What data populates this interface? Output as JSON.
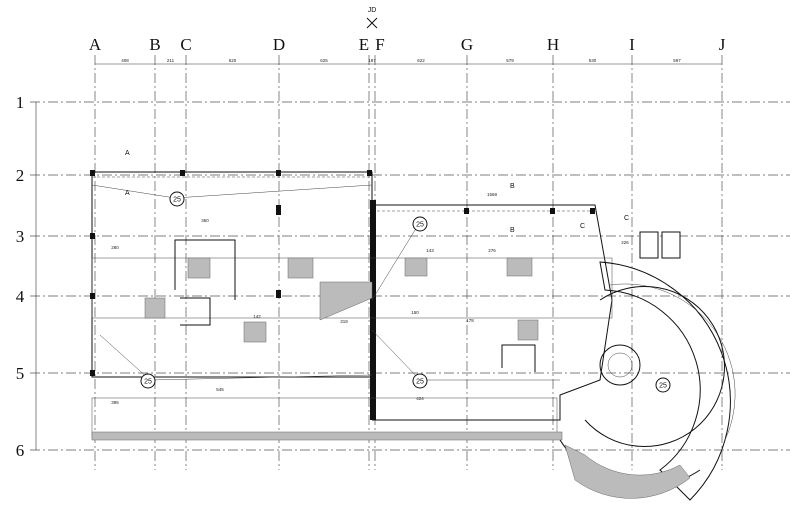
{
  "drawing": {
    "north_marker": "JD",
    "columns": [
      {
        "label": "A"
      },
      {
        "label": "B"
      },
      {
        "label": "C"
      },
      {
        "label": "D"
      },
      {
        "label": "E"
      },
      {
        "label": "F"
      },
      {
        "label": "G"
      },
      {
        "label": "H"
      },
      {
        "label": "I"
      },
      {
        "label": "J"
      }
    ],
    "column_dimensions": [
      "408",
      "211",
      "620",
      "625",
      "187",
      "622",
      "579",
      "530",
      "597"
    ],
    "rows": [
      {
        "label": "1"
      },
      {
        "label": "2"
      },
      {
        "label": "3"
      },
      {
        "label": "4"
      },
      {
        "label": "5"
      },
      {
        "label": "6"
      }
    ],
    "section_marks": [
      "A",
      "A",
      "B",
      "B",
      "C",
      "C"
    ],
    "circle_tags": [
      "25",
      "25",
      "25",
      "25",
      "25"
    ],
    "room_dimensions": [
      "360",
      "280",
      "319",
      "1568",
      "276",
      "395",
      "545",
      "424",
      "143",
      "150",
      "142",
      "178",
      "226"
    ]
  }
}
